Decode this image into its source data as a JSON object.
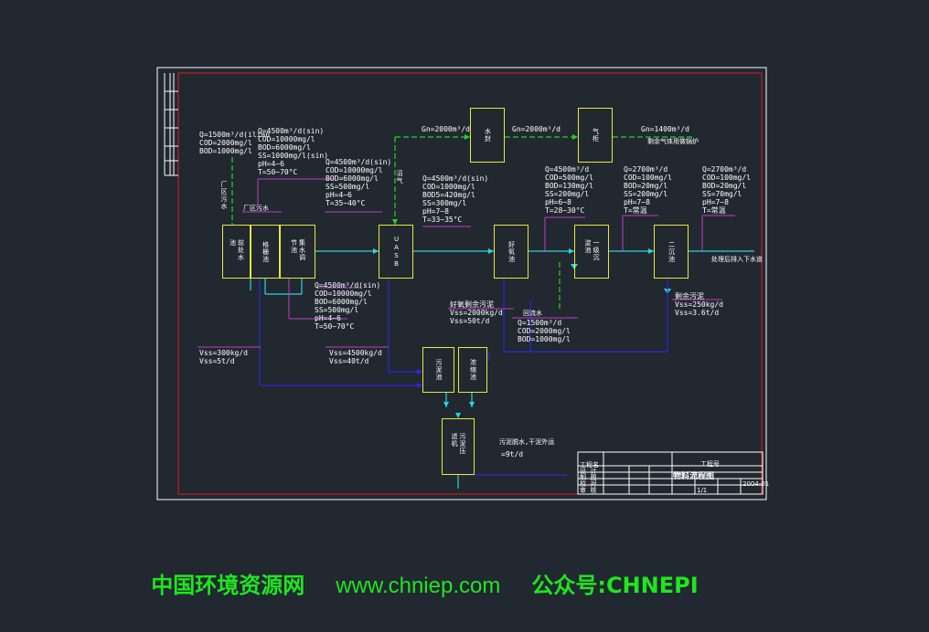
{
  "boxes": [
    {
      "id": "shuji",
      "text": "前处水池"
    },
    {
      "id": "geshan",
      "text": "格栅池"
    },
    {
      "id": "tiaojie",
      "text": "集水调节池"
    },
    {
      "id": "uasb",
      "text": "UASB"
    },
    {
      "id": "oxic",
      "text": "好氧池"
    },
    {
      "id": "sed1",
      "text": "一级沉淀池"
    },
    {
      "id": "sed2",
      "text": "二沉池"
    },
    {
      "id": "shuifeng",
      "text": "水封"
    },
    {
      "id": "qigui",
      "text": "气柜"
    },
    {
      "id": "wunichi",
      "text": "污泥池"
    },
    {
      "id": "nongsuo",
      "text": "浓缩池"
    },
    {
      "id": "yaji",
      "text": "污泥压滤机"
    }
  ],
  "labels": {
    "in1": "Q=1500m³/d(ilian\nCOD=2000mg/l\nBOD=1000mg/l",
    "in1_side": "厂区污水",
    "in2": "Q=4500m³/d(sin)\nCOD=10000mg/l\nBOD=6000mg/l\nSS=1000mg/l(sin)\npH=4~6\nT=50~70°C",
    "in2_side": "厂区污水",
    "uasb_in": "Q=4500m³/d(sin)\nCOD=10000mg/l\nBOD=6000mg/l\nSS=500mg/l\npH=4~6\nT=35~40°C",
    "biogas_up": "沼气",
    "uasb_out": "Q=4500m³/d(sin)\nCOD=1000mg/l\nBOD5=420mg/l\nSS=300mg/l\npH=7~8\nT=33~35°C",
    "gas1": "Gn=2000m³/d",
    "gas2": "Gn=2000m³/d",
    "gas3": "Gn=1400m³/d",
    "gas_use": "剩余气体用做锅炉",
    "oxic_out": "Q=4500m³/d\nCOD=500mg/l\nBOD=130mg/l\nSS=200mg/l\npH=6~8\nT=28~30°C",
    "sed1_out": "Q=2700m³/d\nCOD=100mg/l\nBOD=20mg/l\nSS=200mg/l\npH=7~8\nT=常温",
    "sed2_out": "Q=2700m³/d\nCOD=100mg/l\nBOD=20mg/l\nSS=70mg/l\npH=7~8\nT=常温",
    "discharge": "处理后排入下水道",
    "pre_mid": "Q=4500m³/d(sin)\nCOD=10000mg/l\nBOD=6000mg/l\nSS=500mg/l\npH=4~6\nT=50~70°C",
    "sludge_pre": "Vss=300kg/d\nVss=5t/d",
    "sludge_uasb": "Vss=4500kg/d\nVss=40t/d",
    "sludge_oxic": "好氧剩余污泥\nVss=2000kg/d\nVss=50t/d",
    "reflux": "回流水",
    "reflux_q": "Q=1500m³/d\nCOD=2000mg/l\nBOD=1000mg/l",
    "sludge_sed2": "剩余污泥\nVss=250kg/d\nVss=3.6t/d",
    "cake": "污泥脱水,干泥外运",
    "cake_q": "=9t/d"
  },
  "title_block": {
    "drawing_name": "物料流程图",
    "project": "工程号",
    "rows": [
      "工程名",
      "设  计",
      "制  图",
      "校  对",
      "审  核"
    ],
    "sheet": "1/1",
    "code": "2004-01"
  },
  "footer": {
    "org": "中国环境资源网",
    "url": "www.chniep.com",
    "wechat": "公众号:CHNEPI"
  },
  "colors": {
    "frame": "#ffffff",
    "border_red": "#e11d1d",
    "box": "#e8e83a",
    "water": "#28d6e0",
    "sludge": "#2a2ad8",
    "gas": "#27d127",
    "leader": "#c03cc8",
    "footer": "#1fe61f"
  }
}
